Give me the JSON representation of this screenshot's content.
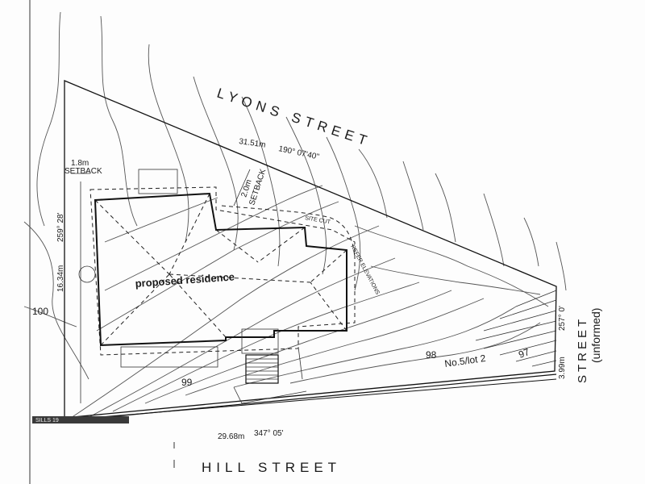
{
  "streets": {
    "lyons": "LYONS  STREET",
    "hill": "HILL STREET",
    "side_street": "STREET",
    "side_unformed": "(unformed)"
  },
  "dimensions": {
    "setback_west_value": "1.8m",
    "setback_west_label": "SETBACK",
    "setback_north_value": "2.0m",
    "setback_north_label": "SETBACK",
    "north_length": "31.51m",
    "north_bearing": "190° 07'40\"",
    "west_length": "16.34m",
    "west_bearing": "259° 28'",
    "south_length": "29.68m",
    "south_bearing": "347° 05'",
    "east_length": "3.99m",
    "east_bearing": "257° 0'"
  },
  "annotations": {
    "residence": "proposed residence",
    "site_cut": "SITE CUT",
    "refer_elevations": "REFER ELEVATIONS",
    "lot": "No.5/lot 2",
    "left_strip": "SILLS 19"
  },
  "contours": {
    "c100": "100",
    "c99": "99",
    "c98": "98",
    "c97": "97"
  }
}
